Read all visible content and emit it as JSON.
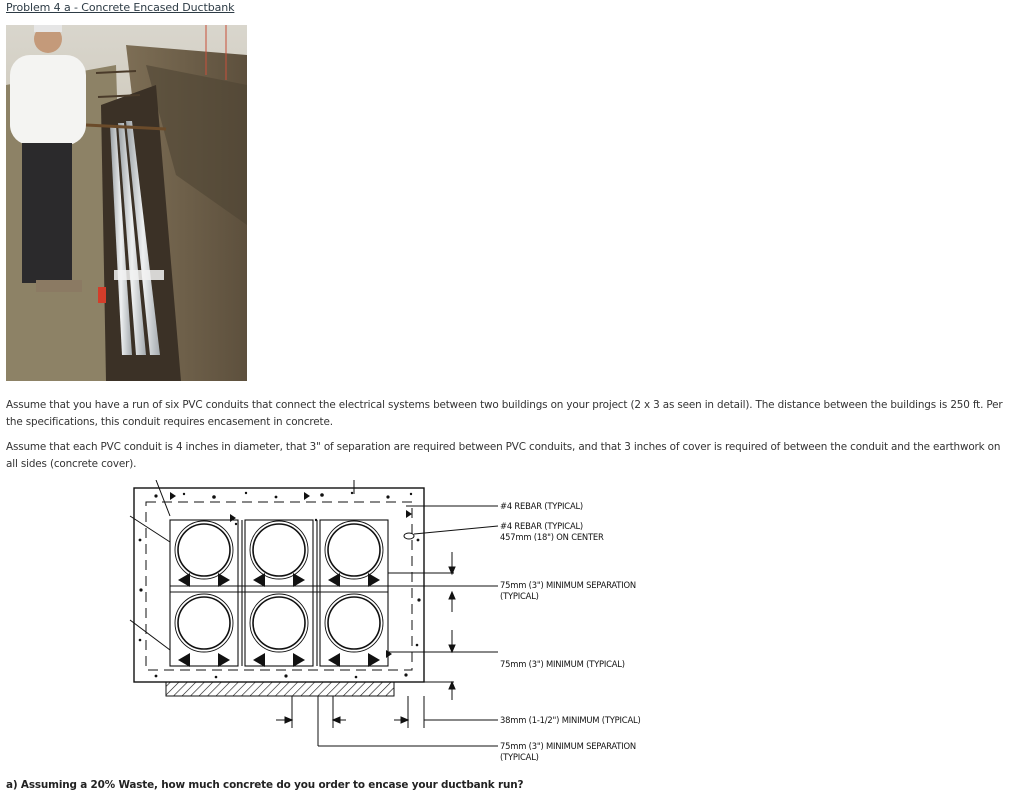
{
  "page": {
    "title": "Problem 4 a - Concrete Encased Ductbank"
  },
  "paragraphs": [
    "Assume that you have a run of six PVC conduits that connect the electrical systems between two buildings on your project (2 x 3 as seen in detail). The distance between the buildings is 250 ft. Per the specifications, this conduit requires encasement in concrete.",
    "Assume that each PVC conduit is 4 inches in diameter, that 3\" of separation are required between PVC conduits, and that 3 inches of cover is required of between the conduit and the earthwork on all sides (concrete cover)."
  ],
  "detail": {
    "callouts": {
      "rebar_typical": "#4 REBAR (TYPICAL)",
      "rebar_spacing_1": "#4 REBAR (TYPICAL)",
      "rebar_spacing_2": "457mm (18\") ON CENTER",
      "sep_vertical_1": "75mm (3\") MINIMUM SEPARATION",
      "sep_vertical_2": "(TYPICAL)",
      "cover_min": "75mm (3\") MINIMUM (TYPICAL)",
      "min_38": "38mm (1-1/2\") MINIMUM (TYPICAL)",
      "sep_horizontal_1": "75mm (3\") MINIMUM SEPARATION",
      "sep_horizontal_2": "(TYPICAL)"
    },
    "conduit_grid": {
      "rows": 2,
      "columns": 3
    }
  },
  "question": "a) Assuming a 20% Waste, how much concrete do you order to encase your ductbank run?"
}
